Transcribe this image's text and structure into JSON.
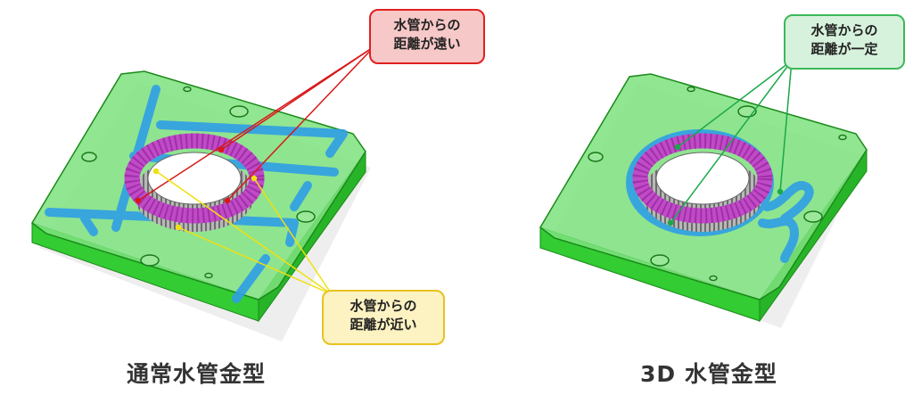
{
  "callouts": {
    "far": {
      "line1": "水管からの",
      "line2": "距離が遠い",
      "border": "#e02020",
      "fill": "#f7c8c8",
      "leader": "#d81818"
    },
    "near": {
      "line1": "水管からの",
      "line2": "距離が近い",
      "border": "#e6c21e",
      "fill": "#fdf2c2",
      "leader": "#f0e010"
    },
    "even": {
      "line1": "水管からの",
      "line2": "距離が一定",
      "border": "#3cb85a",
      "fill": "#d6f2dc",
      "leader": "#1aa84a"
    }
  },
  "captions": {
    "conventional": "通常水管金型",
    "three_d": "3D 水管金型"
  },
  "colors": {
    "mold_plate": "#7ee27e",
    "mold_side": "#33cc33",
    "water_channel": "#2f9fe6",
    "ring": "#c04ac8"
  }
}
